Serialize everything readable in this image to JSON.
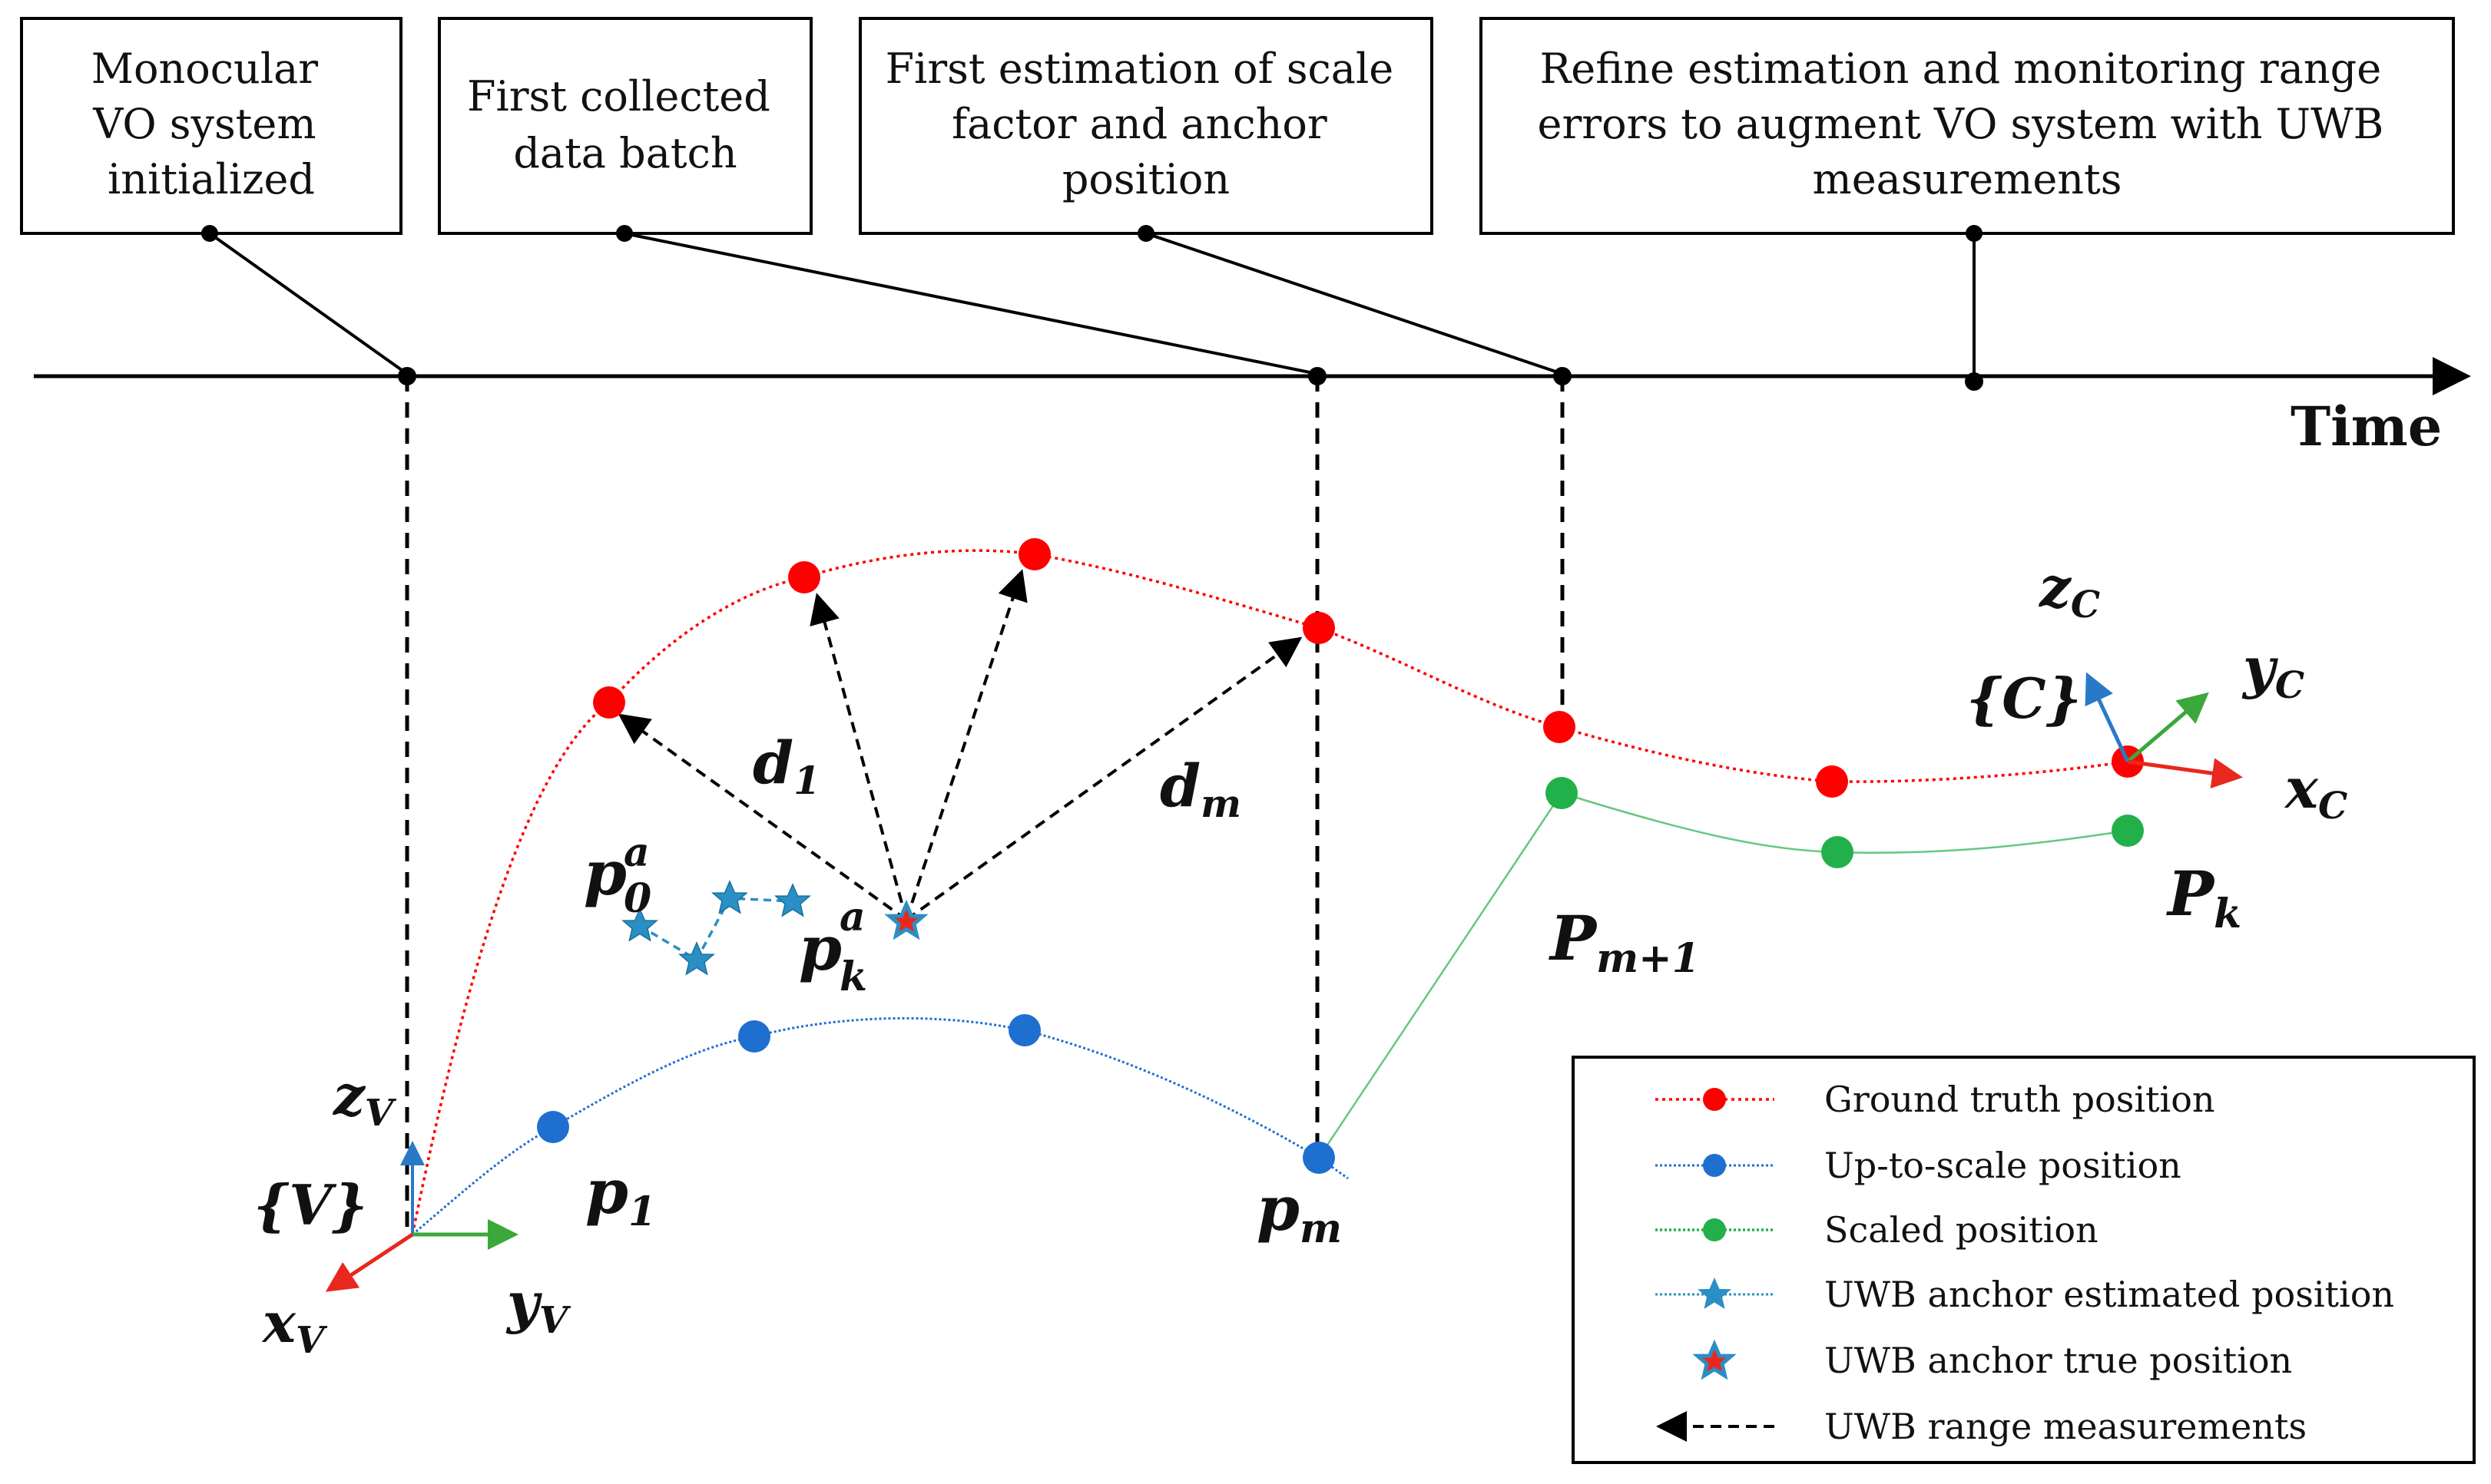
{
  "timeline": {
    "boxes": [
      {
        "lines": [
          "Monocular",
          "VO system",
          "initialized"
        ]
      },
      {
        "lines": [
          "First collected",
          "data batch"
        ]
      },
      {
        "lines": [
          "First estimation of scale",
          "factor and anchor",
          "position"
        ]
      },
      {
        "lines": [
          "Refine estimation and monitoring range",
          "errors to augment VO system with UWB",
          "measurements"
        ]
      }
    ],
    "axis_label": "Time"
  },
  "frames": {
    "v_frame": {
      "name": "{V}",
      "x": "x",
      "y": "y",
      "z": "z",
      "sub": "V"
    },
    "c_frame": {
      "name": "{C}",
      "x": "x",
      "y": "y",
      "z": "z",
      "sub": "C"
    }
  },
  "labels": {
    "d1": "d",
    "d1_sub": "1",
    "dm": "d",
    "dm_sub": "m",
    "p0a": "p",
    "p0a_sub": "0",
    "p0a_sup": "a",
    "pka": "p",
    "pka_sub": "k",
    "pka_sup": "a",
    "p1": "p",
    "p1_sub": "1",
    "pm": "p",
    "pm_sub": "m",
    "Pm1": "P",
    "Pm1_sub": "m+1",
    "Pk": "P",
    "Pk_sub": "k"
  },
  "legend": {
    "items": [
      {
        "label": "Ground truth position",
        "kind": "dot-line",
        "color": "#ff0000"
      },
      {
        "label": "Up-to-scale position",
        "kind": "dot-line",
        "color": "#1f6fd0"
      },
      {
        "label": "Scaled position",
        "kind": "dot-line",
        "color": "#22b04a"
      },
      {
        "label": "UWB anchor estimated position",
        "kind": "star-line",
        "color": "#2a8fc4"
      },
      {
        "label": "UWB anchor true position",
        "kind": "star",
        "color": "#e8281e"
      },
      {
        "label": "UWB range measurements",
        "kind": "arrow",
        "color": "#000000"
      }
    ]
  },
  "colors": {
    "ground_truth": "#ff0000",
    "up_to_scale": "#1f6fd0",
    "scaled": "#22b04a",
    "anchor_est": "#2a8fc4",
    "anchor_true": "#e8281e",
    "x_axis": "#e8281e",
    "y_axis": "#3aa83a",
    "z_axis": "#2a79c9"
  }
}
